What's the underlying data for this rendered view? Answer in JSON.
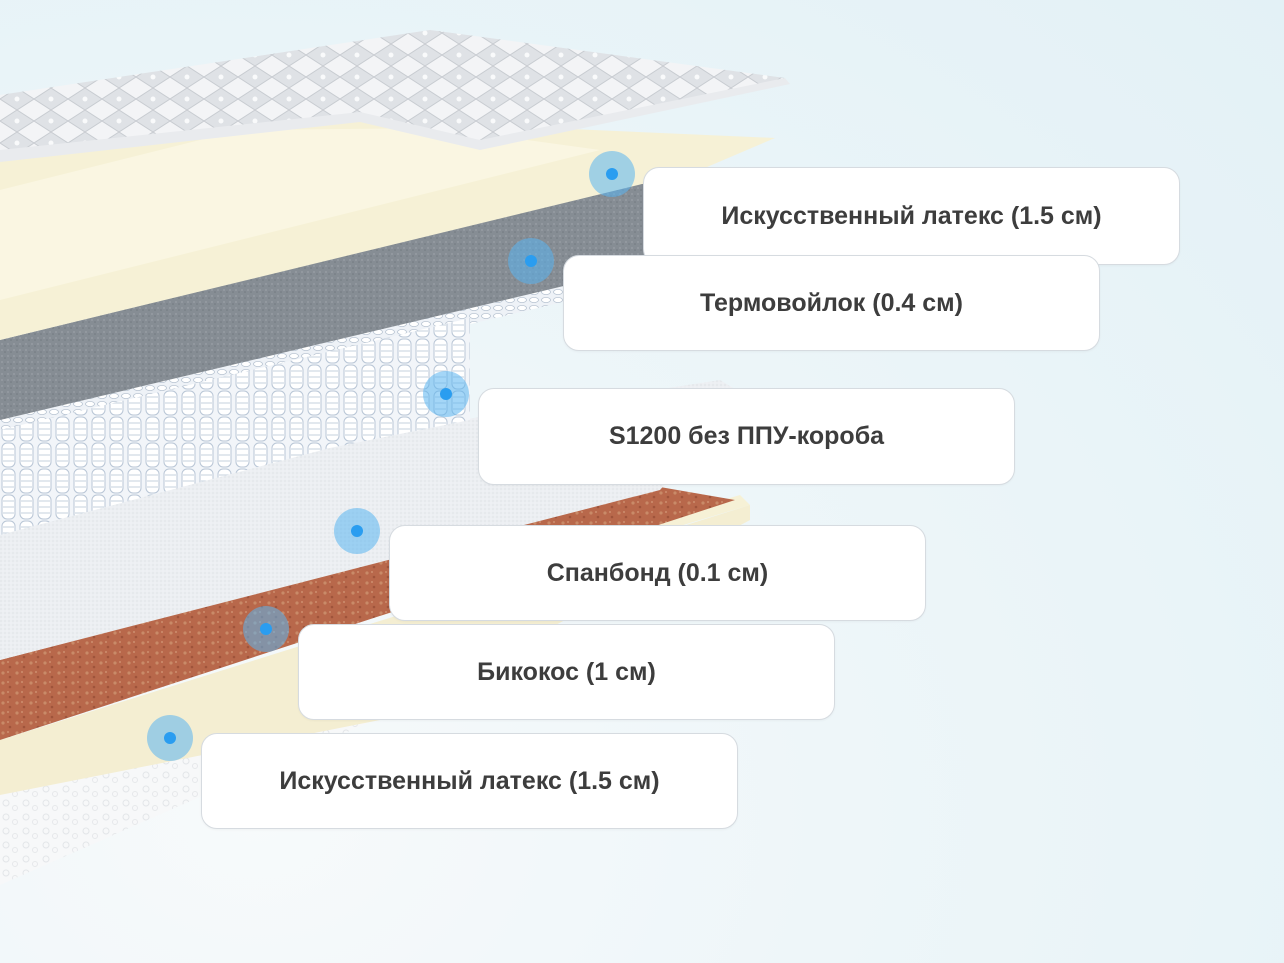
{
  "layers": [
    {
      "id": "top-latex",
      "label": "Искусственный латекс (1.5 см)",
      "marker_icon": "layer-marker-icon"
    },
    {
      "id": "thermofelt",
      "label": "Термовойлок (0.4 см)",
      "marker_icon": "layer-marker-icon"
    },
    {
      "id": "springs",
      "label": "S1200 без ППУ-короба",
      "marker_icon": "layer-marker-icon"
    },
    {
      "id": "spunbond",
      "label": "Спанбонд (0.1 см)",
      "marker_icon": "layer-marker-icon"
    },
    {
      "id": "bicoco",
      "label": "Бикокос (1 см)",
      "marker_icon": "layer-marker-icon"
    },
    {
      "id": "bottom-latex",
      "label": "Искусственный латекс (1.5 см)",
      "marker_icon": "layer-marker-icon"
    }
  ],
  "colors": {
    "marker": "#2a9df0",
    "latex": "#f6f1d6",
    "felt": "#8a9097",
    "coconut": "#b5674a",
    "spunbond": "#eaedf0",
    "label_text": "#3d3d3d"
  }
}
